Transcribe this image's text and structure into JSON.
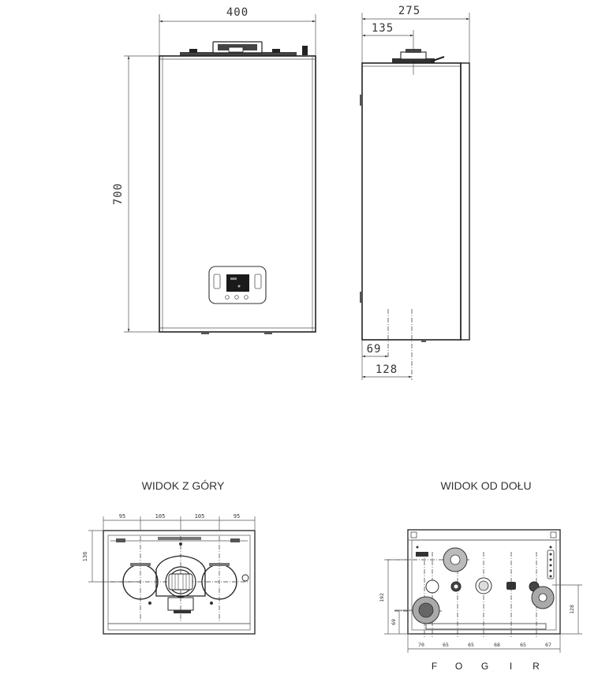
{
  "front_view": {
    "width_label": "400",
    "height_label": "700"
  },
  "side_view": {
    "depth_label": "275",
    "flue_offset_label": "135",
    "bottom_label_a": "69",
    "bottom_label_b": "128"
  },
  "top_view": {
    "caption": "WIDOK Z GÓRY",
    "dims": [
      "95",
      "105",
      "105",
      "95"
    ],
    "side_dim": "136"
  },
  "bottom_view": {
    "caption": "WIDOK OD DOŁU",
    "dims": [
      "70",
      "65",
      "65",
      "68",
      "65",
      "67"
    ],
    "left_dims": [
      "192",
      "69"
    ],
    "right_dim": "128",
    "connections": [
      "F",
      "O",
      "G",
      "I",
      "R"
    ]
  }
}
